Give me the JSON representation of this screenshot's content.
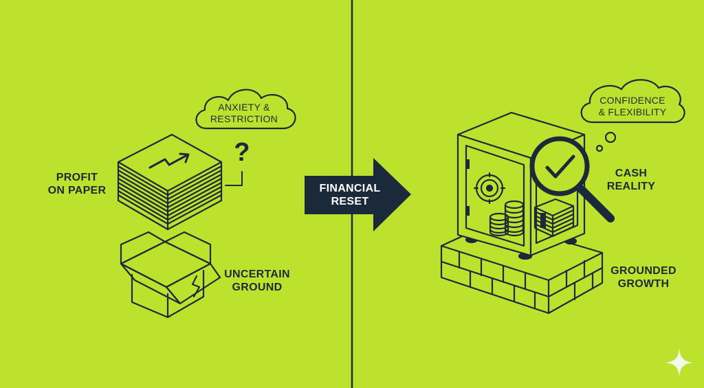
{
  "colors": {
    "background": "#bde22e",
    "ink": "#1b2a3a",
    "arrow_fill": "#1b2a3a",
    "arrow_text": "#ffffff"
  },
  "left_panel": {
    "thought_cloud": "ANXIETY &\nRESTRICTION",
    "question_mark": "?",
    "stack_label": "PROFIT\nON PAPER",
    "box_label": "UNCERTAIN\nGROUND"
  },
  "center": {
    "arrow_label": "FINANCIAL\nRESET"
  },
  "right_panel": {
    "thought_cloud": "CONFIDENCE\n& FLEXIBILITY",
    "magnifier_label": "CASH\nREALITY",
    "base_label": "GROUNDED\nGROWTH"
  },
  "icons": [
    "paper-stack-icon",
    "open-box-icon",
    "thought-cloud-icon",
    "vault-safe-icon",
    "magnifying-glass-checkmark-icon",
    "coin-stack-icon",
    "cash-bundle-icon",
    "brick-base-icon",
    "sparkle-icon"
  ]
}
